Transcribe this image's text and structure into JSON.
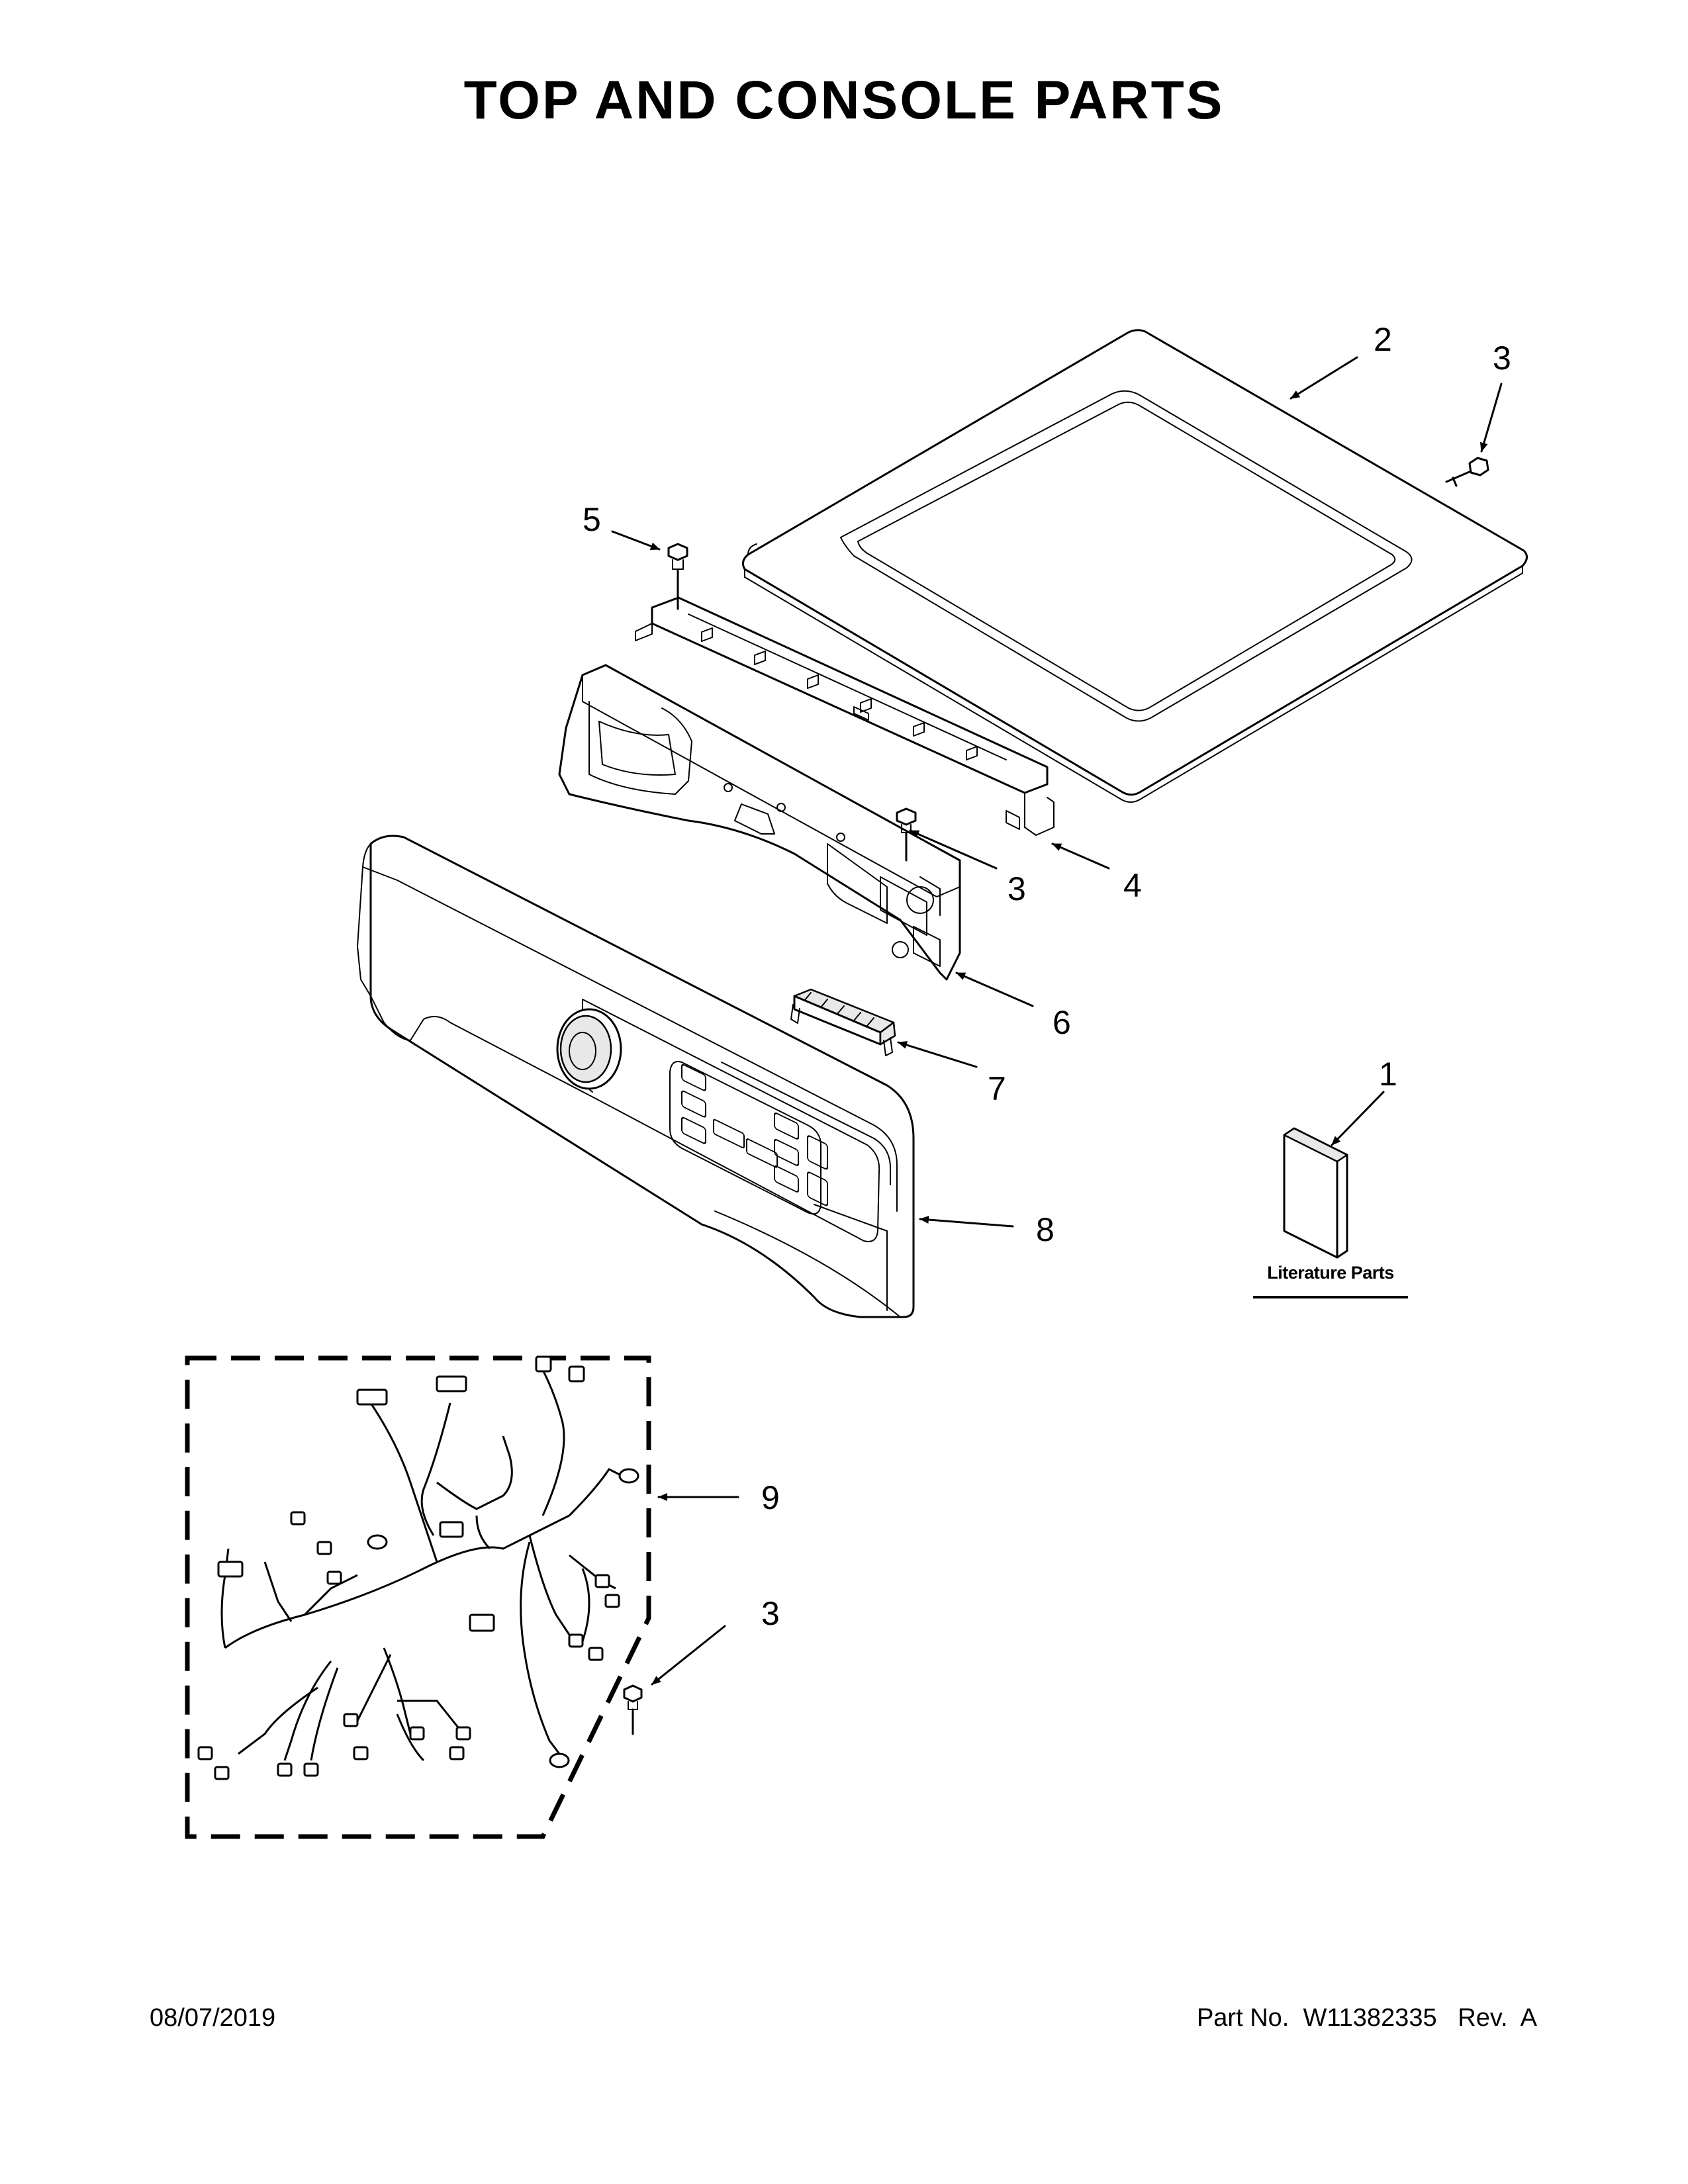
{
  "title": "TOP AND CONSOLE PARTS",
  "footer": {
    "date": "08/07/2019",
    "part_label": "Part No.",
    "part_number": "W11382335",
    "rev_label": "Rev.",
    "rev": "A"
  },
  "literature_label": "Literature Parts",
  "callouts": {
    "c1": "1",
    "c2": "2",
    "c3a": "3",
    "c3b": "3",
    "c3c": "3",
    "c4": "4",
    "c5": "5",
    "c6": "6",
    "c7": "7",
    "c8": "8",
    "c9": "9"
  },
  "icons": [
    "top-panel",
    "screw",
    "mounting-bracket",
    "console-frame",
    "ribbon-cable",
    "console-panel",
    "literature-booklet",
    "wire-harness"
  ]
}
